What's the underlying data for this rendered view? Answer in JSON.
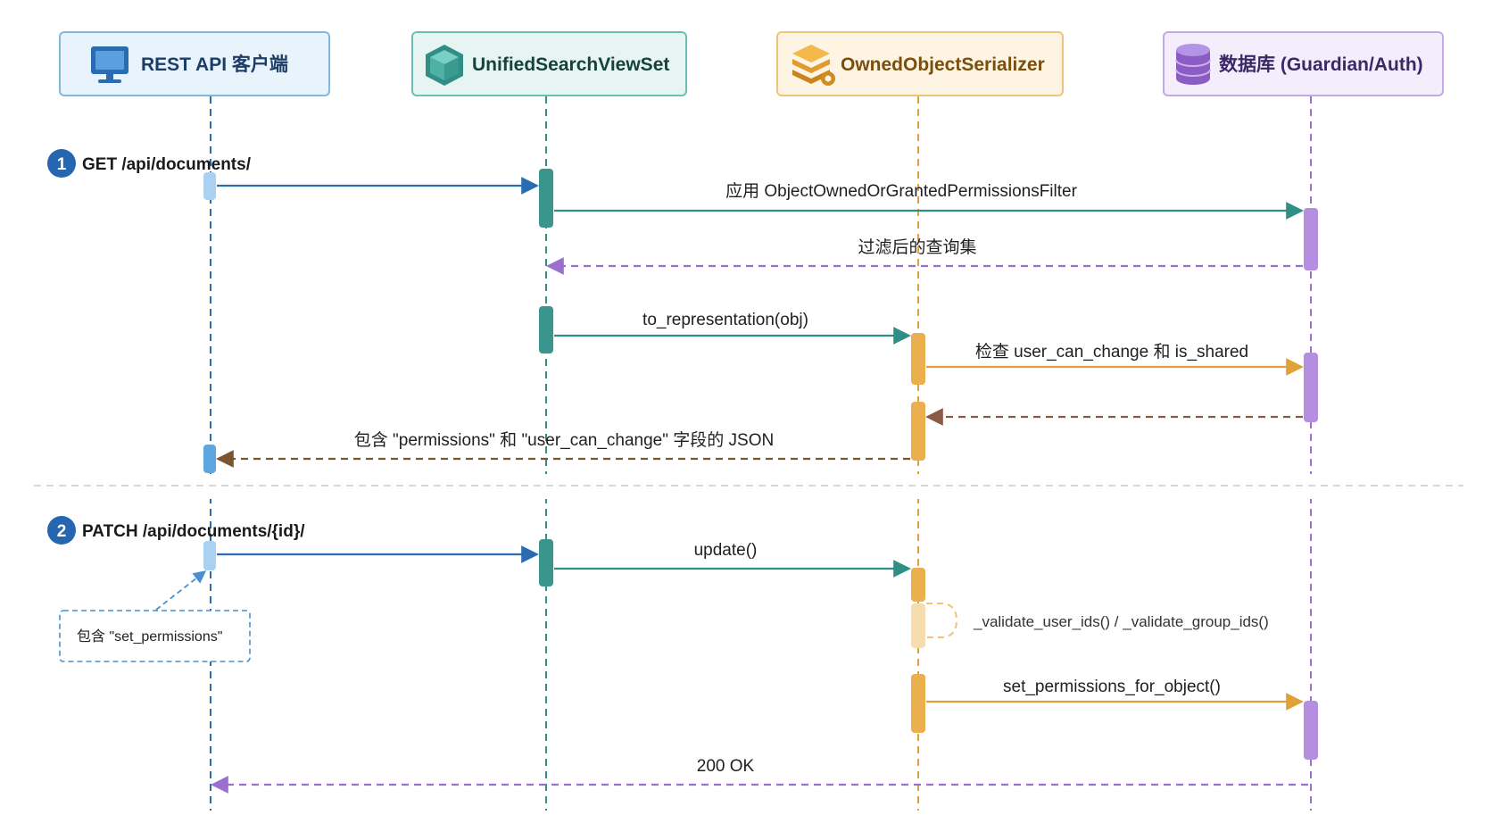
{
  "actors": [
    {
      "id": "client",
      "label": "REST API 客户端",
      "icon": "monitor-icon",
      "color": "#2b6cb0",
      "fill": "#e8f3fc",
      "border": "#7fb8e0"
    },
    {
      "id": "viewset",
      "label": "UnifiedSearchViewSet",
      "icon": "cube-icon",
      "color": "#2f8f86",
      "fill": "#e6f5f2",
      "border": "#6cbfb3"
    },
    {
      "id": "serializer",
      "label": "OwnedObjectSerializer",
      "icon": "layers-gear-icon",
      "color": "#e0a03a",
      "fill": "#fdf4e3",
      "border": "#f0c477"
    },
    {
      "id": "database",
      "label": "数据库 (Guardian/Auth)",
      "icon": "database-icon",
      "color": "#9a6fcf",
      "fill": "#f4eefc",
      "border": "#c4a8ea"
    }
  ],
  "steps": [
    {
      "number": "1",
      "label": "GET /api/documents/"
    },
    {
      "number": "2",
      "label": "PATCH /api/documents/{id}/"
    }
  ],
  "messages": [
    {
      "from": "client",
      "to": "viewset",
      "label": "",
      "style": "solid",
      "color": "#2b6cb0"
    },
    {
      "from": "viewset",
      "to": "database",
      "label": "应用 ObjectOwnedOrGrantedPermissionsFilter",
      "style": "solid",
      "color": "#2f8f86"
    },
    {
      "from": "database",
      "to": "viewset",
      "label": "过滤后的查询集",
      "style": "dashed",
      "color": "#9a6fcf"
    },
    {
      "from": "viewset",
      "to": "serializer",
      "label": "to_representation(obj)",
      "style": "solid",
      "color": "#2f8f86"
    },
    {
      "from": "serializer",
      "to": "database",
      "label": "检查 user_can_change 和 is_shared",
      "style": "solid",
      "color": "#e0a03a"
    },
    {
      "from": "database",
      "to": "serializer",
      "label": "",
      "style": "dashed",
      "color": "#8a5a44"
    },
    {
      "from": "serializer",
      "to": "client",
      "label": "包含 \"permissions\" 和 \"user_can_change\" 字段的 JSON",
      "style": "dashed",
      "color": "#8a5a2b"
    },
    {
      "from": "client",
      "to": "viewset",
      "label": "",
      "style": "solid",
      "color": "#2b6cb0"
    },
    {
      "from": "viewset",
      "to": "serializer",
      "label": "update()",
      "style": "solid",
      "color": "#2f8f86"
    },
    {
      "from": "serializer",
      "to": "serializer",
      "label": "_validate_user_ids() / _validate_group_ids()",
      "style": "self",
      "color": "#f0c477"
    },
    {
      "from": "serializer",
      "to": "database",
      "label": "set_permissions_for_object()",
      "style": "solid",
      "color": "#e0a03a"
    },
    {
      "from": "database",
      "to": "client",
      "label": "200 OK",
      "style": "dashed",
      "color": "#9a6fcf"
    }
  ],
  "note": {
    "label": "包含 \"set_permissions\""
  }
}
